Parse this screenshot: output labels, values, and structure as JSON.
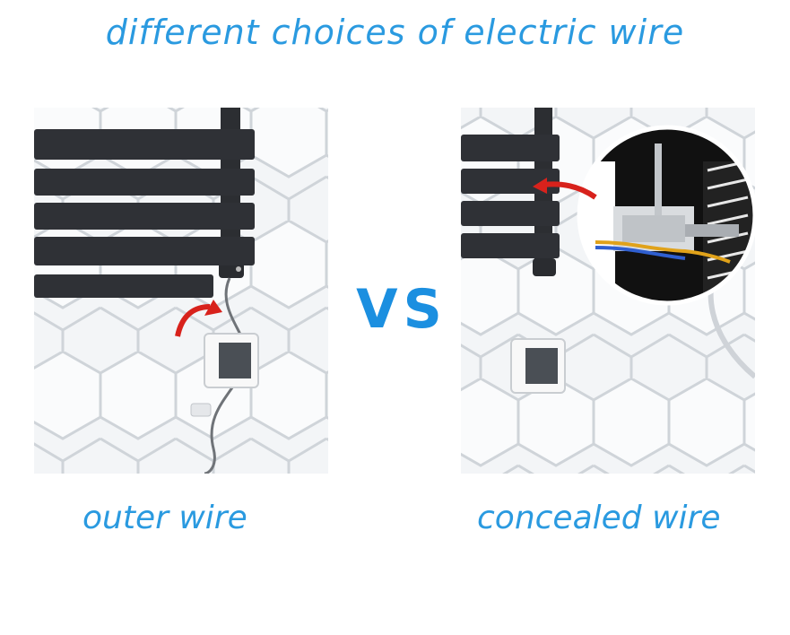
{
  "title": "different choices of electric wire",
  "vs_label": "VS",
  "left": {
    "caption": "outer wire"
  },
  "right": {
    "caption": "concealed wire"
  },
  "colors": {
    "title_blue": "#2a9ae0",
    "vs_blue": "#1b8fe0",
    "radiator_black": "#2c2e32",
    "arrow_red": "#d8221c",
    "wall_tile": "#f2f4f6"
  }
}
